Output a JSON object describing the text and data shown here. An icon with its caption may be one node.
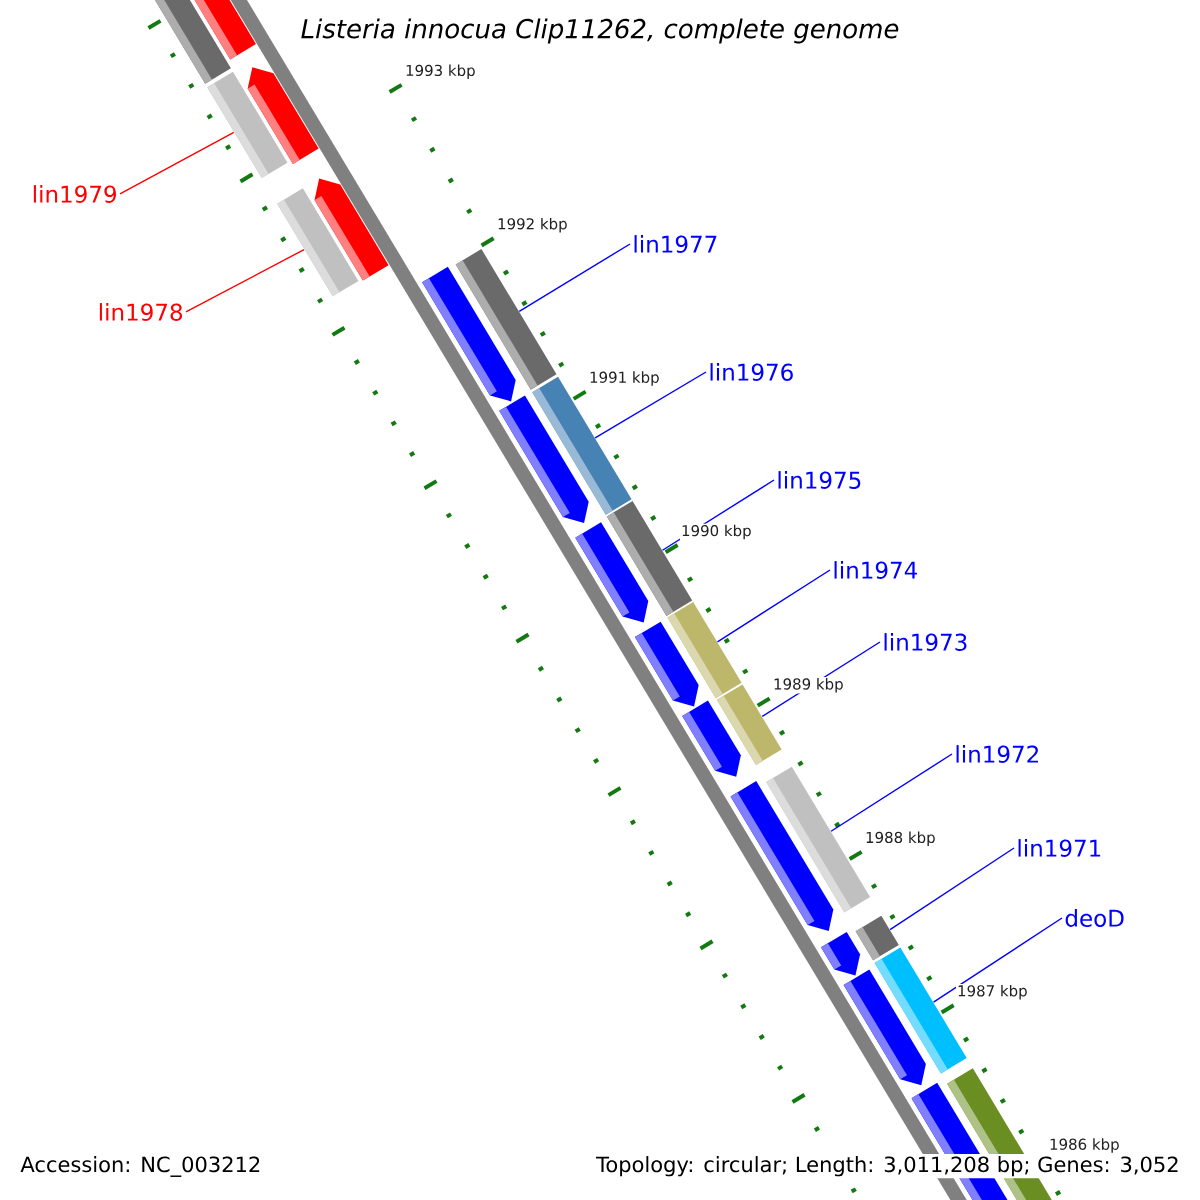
{
  "diagram": {
    "title": "Listeria innocua Clip11262, complete genome",
    "nodes": [
      {
        "text": [
          "lin1979"
        ]
      },
      {
        "text": [
          "lin1978"
        ]
      },
      {
        "text": [
          "lin1977"
        ]
      },
      {
        "text": [
          "lin1976"
        ]
      },
      {
        "text": [
          "lin1975"
        ]
      },
      {
        "text": [
          "lin1974"
        ]
      },
      {
        "text": [
          "lin1973"
        ]
      },
      {
        "text": [
          "lin1972"
        ]
      },
      {
        "text": [
          "lin1971"
        ]
      },
      {
        "text": [
          "deoD"
        ]
      },
      {
        "text": [],
        "shape": "box"
      },
      {
        "text": [],
        "shape": "box"
      },
      {
        "text": [],
        "shape": "box"
      },
      {
        "text": [],
        "shape": "box"
      },
      {
        "text": [],
        "shape": "box"
      },
      {
        "text": [],
        "shape": "box"
      },
      {
        "text": [],
        "shape": "box"
      },
      {
        "text": [],
        "shape": "box"
      },
      {
        "text": [],
        "shape": "box"
      },
      {
        "text": [],
        "shape": "box"
      }
    ],
    "edges": [
      {
        "from": 0,
        "to": 10,
        "arrow": "none",
        "color": "#ff0000"
      },
      {
        "from": 1,
        "to": 11,
        "arrow": "none",
        "color": "#ff0000"
      },
      {
        "from": 2,
        "to": 12,
        "arrow": "none"
      },
      {
        "from": 3,
        "to": 13,
        "arrow": "none"
      },
      {
        "from": 4,
        "to": 14,
        "arrow": "none"
      },
      {
        "from": 5,
        "to": 15,
        "arrow": "none"
      },
      {
        "from": 6,
        "to": 16,
        "arrow": "none"
      },
      {
        "from": 7,
        "to": 17,
        "arrow": "none"
      },
      {
        "from": 8,
        "to": 18,
        "arrow": "none"
      },
      {
        "from": 9,
        "to": 19,
        "arrow": "none"
      }
    ],
    "labels": [
      "1993 kbp",
      "1992 kbp",
      "1991 kbp",
      "1990 kbp",
      "1989 kbp",
      "1988 kbp",
      "1987 kbp",
      "1986 kbp",
      "Accession: NC_003212",
      "Topology: circular; Length: 3,011,208 bp; Genes: 3,052"
    ]
  }
}
